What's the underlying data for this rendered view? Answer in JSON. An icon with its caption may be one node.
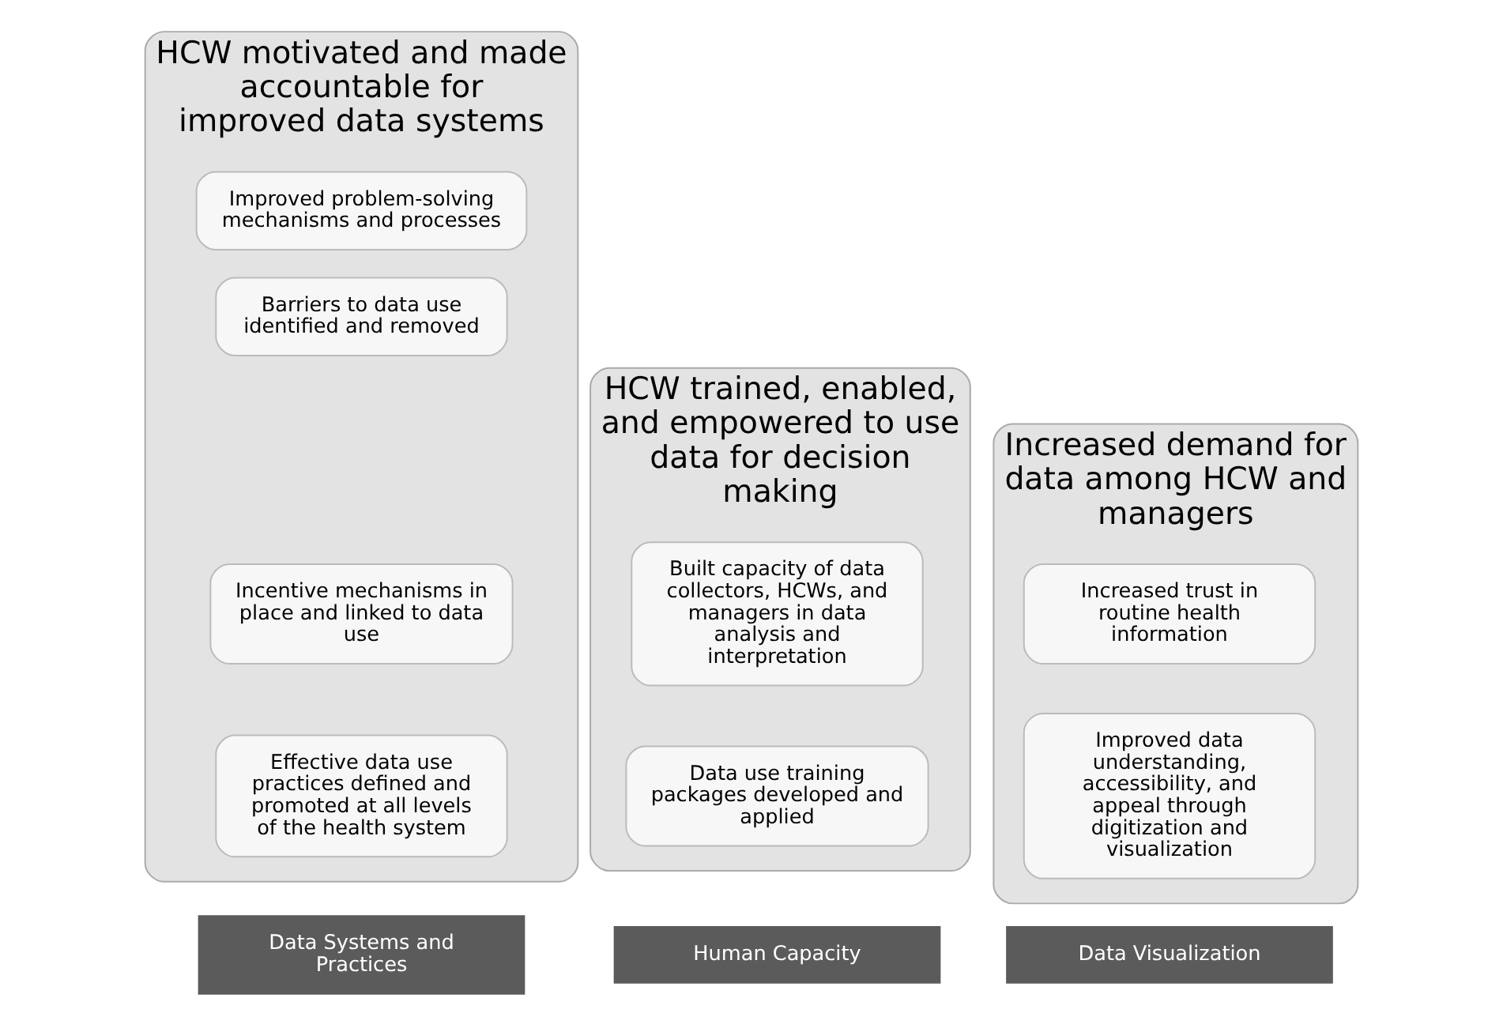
{
  "diagram": {
    "nodes": [
      {
        "text": [
          "HCW motivated and made accountable for improved data systems"
        ]
      },
      {
        "text": [
          "Improved problem-solving mechanisms and processes"
        ],
        "in": 0
      },
      {
        "text": [
          "Barriers to data use identified and removed"
        ],
        "in": 0
      },
      {
        "text": [
          "Incentive mechanisms in place and linked to data use"
        ],
        "in": 0
      },
      {
        "text": [
          "Effective data use practices defined and promoted at all levels of the health system"
        ],
        "in": 0
      },
      {
        "text": [
          "Data Systems and Practices"
        ]
      },
      {
        "text": [
          "HCW trained, enabled, and empowered to use data for decision making"
        ]
      },
      {
        "text": [
          "Built capacity of data collectors, HCWs, and managers in data analysis and interpretation"
        ],
        "in": 6
      },
      {
        "text": [
          "Data use training packages developed and applied"
        ],
        "in": 6
      },
      {
        "text": [
          "Human Capacity"
        ]
      },
      {
        "text": [
          "Increased demand for data among HCW and managers"
        ]
      },
      {
        "text": [
          "Increased trust in routine health information"
        ],
        "in": 10
      },
      {
        "text": [
          "Improved data understanding, accessibility, and appeal through digitization and visualization"
        ],
        "in": 10
      },
      {
        "text": [
          "Data Visualization"
        ]
      }
    ]
  }
}
